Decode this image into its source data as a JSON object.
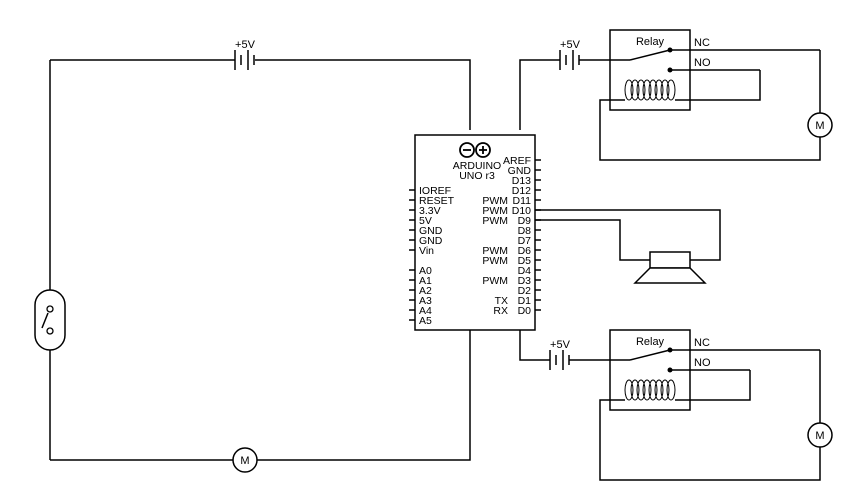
{
  "labels": {
    "battery_left": "+5V",
    "battery_relay_top": "+5V",
    "battery_relay_bottom": "+5V",
    "relay_top": "Relay",
    "relay_top_nc": "NC",
    "relay_top_no": "NO",
    "relay_bottom": "Relay",
    "relay_bottom_nc": "NC",
    "relay_bottom_no": "NO",
    "motor_bottom_left": "M",
    "motor_right_top": "M",
    "motor_right_bottom": "M"
  },
  "arduino": {
    "title_line1": "ARDUINO",
    "title_line2": "UNO r3",
    "right_pins": [
      "AREF",
      "GND",
      "D13",
      "D12",
      "D11",
      "D10",
      "D9",
      "D8",
      "D7",
      "D6",
      "D5",
      "D4",
      "D3",
      "D2",
      "D1",
      "D0"
    ],
    "left_pins": [
      "IOREF",
      "RESET",
      "3.3V",
      "5V",
      "GND",
      "GND",
      "Vin",
      "A0",
      "A1",
      "A2",
      "A3",
      "A4",
      "A5"
    ],
    "pwm_marks": [
      {
        "pin": "D11",
        "text": "PWM"
      },
      {
        "pin": "D10",
        "text": "PWM"
      },
      {
        "pin": "D9",
        "text": "PWM"
      },
      {
        "pin": "D6",
        "text": "PWM"
      },
      {
        "pin": "D5",
        "text": "PWM"
      },
      {
        "pin": "D3",
        "text": "PWM"
      }
    ],
    "serial_marks": [
      {
        "pin": "D1",
        "text": "TX"
      },
      {
        "pin": "D0",
        "text": "RX"
      }
    ]
  },
  "icons": {
    "logo": "arduino-infinity-logo",
    "buzzer": "speaker-icon",
    "switch": "switch-icon"
  }
}
